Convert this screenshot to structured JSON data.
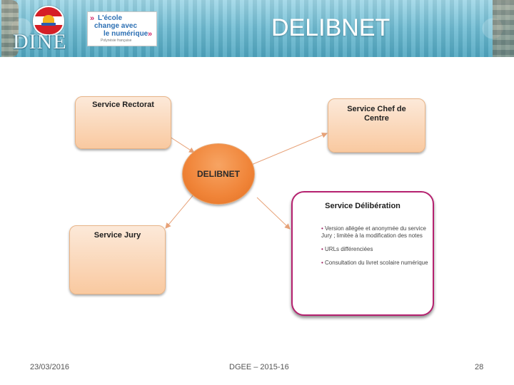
{
  "header": {
    "logo_text": "DINE",
    "badge": {
      "line1": "L'école",
      "line2": "change avec",
      "line3": "le numérique",
      "subtitle": "Polynésie française"
    },
    "title": "DELIBNET"
  },
  "diagram": {
    "center": {
      "label": "DELIBNET"
    },
    "nodes": [
      {
        "id": "rectorat",
        "title": "Service Rectorat"
      },
      {
        "id": "chef",
        "title": "Service Chef de Centre"
      },
      {
        "id": "jury",
        "title": "Service Jury"
      },
      {
        "id": "deliberation",
        "title": "Service Délibération",
        "items": [
          "Version allégée et anonymée du service Jury ; limitée à la modification des notes",
          "URLs différenciées",
          "Consultation du livret scolaire numérique"
        ]
      }
    ],
    "edges": [
      {
        "from": "rectorat",
        "to": "center"
      },
      {
        "from": "center",
        "to": "chef"
      },
      {
        "from": "center",
        "to": "jury"
      },
      {
        "from": "center",
        "to": "deliberation"
      }
    ],
    "colors": {
      "box_fill": "#f9c9a0",
      "center_fill": "#f08438",
      "deliberation_border": "#b5216f",
      "arrow": "#e7a278"
    }
  },
  "footer": {
    "date": "23/03/2016",
    "center": "DGEE – 2015-16",
    "page_number": "28"
  }
}
